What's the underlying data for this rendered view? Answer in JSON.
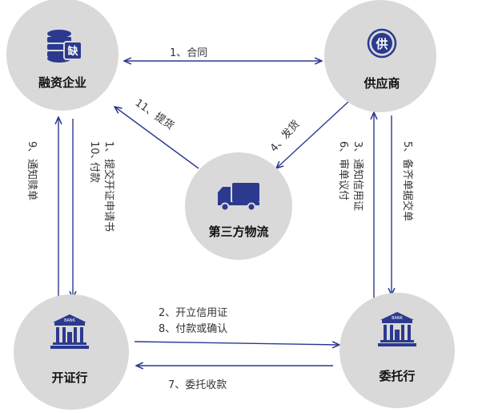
{
  "colors": {
    "node_fill": "#d9d9d9",
    "icon": "#2b3a8f",
    "edge": "#2b3a8f",
    "text": "#111111",
    "edge_text": "#333333"
  },
  "nodes": {
    "enterprise": {
      "label": "融资企业",
      "icon": "database-icon",
      "badge": "缺"
    },
    "supplier": {
      "label": "供应商",
      "icon": "supplier-seal-icon",
      "badge": "供"
    },
    "logistics": {
      "label": "第三方物流",
      "icon": "truck-icon"
    },
    "issuing_bank": {
      "label": "开证行",
      "icon": "bank-icon",
      "badge": "BANK"
    },
    "entrusted_bank": {
      "label": "委托行",
      "icon": "bank-icon",
      "badge": "BANK"
    }
  },
  "edges": {
    "contract": "1、合同",
    "pickup": "11、提货",
    "ship": "4、发货",
    "notify_redeem": [
      "9、",
      "通知赎单"
    ],
    "apply_payment": {
      "c1": [
        "1、",
        "提交开证申请书"
      ],
      "c2": [
        "10、",
        "付款"
      ]
    },
    "notify_lc": {
      "c1": [
        "3、",
        "通知信用证"
      ],
      "c2": [
        "6、",
        "审单议付"
      ]
    },
    "prepare_docs": [
      "5、",
      "备齐单据交单"
    ],
    "open_lc": "2、开立信用证",
    "pay_confirm": "8、付款或确认",
    "collection": "7、委托收款"
  }
}
